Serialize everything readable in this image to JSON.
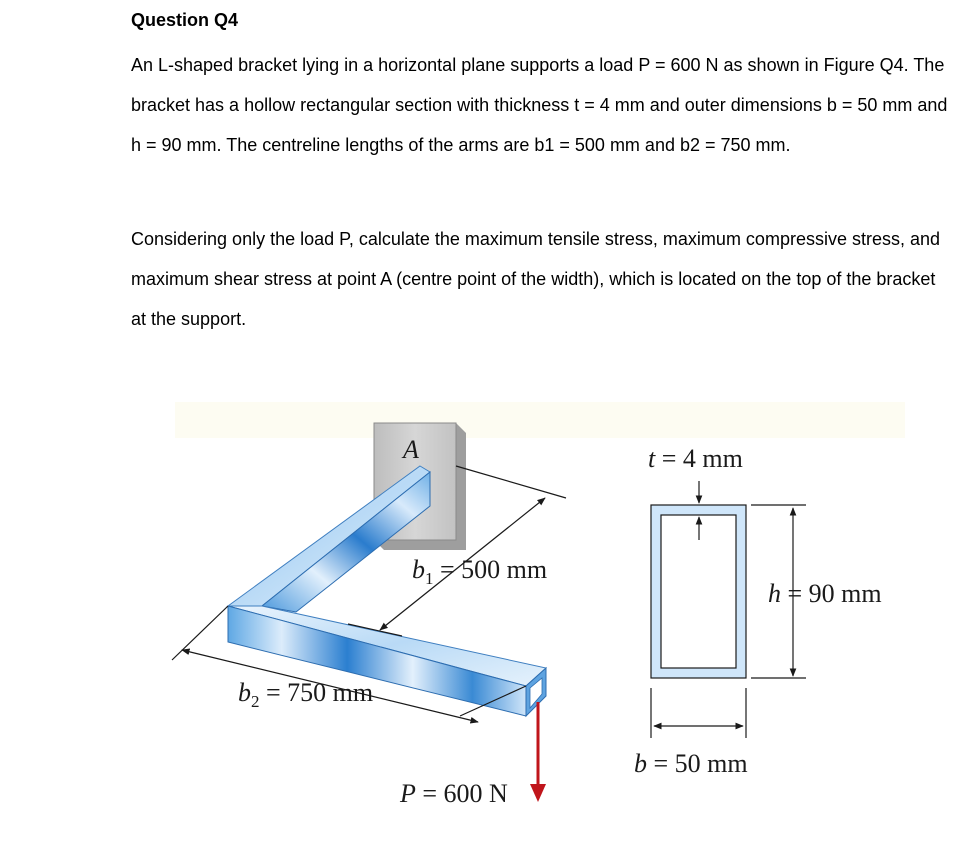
{
  "question": {
    "title": "Question Q4",
    "paragraph1": "An L-shaped bracket lying in a horizontal plane supports a load P = 600 N as shown in Figure Q4. The bracket has a hollow rectangular section with thickness t =  4 mm and outer dimensions b = 50 mm and h = 90 mm. The centreline lengths of the arms are b1 = 500 mm and b2 = 750 mm.",
    "paragraph2": "Considering only the load P, calculate the maximum tensile stress, maximum compressive stress, and maximum shear stress at point A (centre point of the width), which is located on the top of the bracket at the support."
  },
  "figure": {
    "point_label": "A",
    "b1": {
      "symbol": "b",
      "subscript": "1",
      "value": " = 500 mm"
    },
    "b2": {
      "symbol": "b",
      "subscript": "2",
      "value": " = 750 mm"
    },
    "load": {
      "symbol": "P",
      "value": " = 600 N"
    },
    "thickness": {
      "symbol": "t",
      "value": " = 4 mm"
    },
    "height": {
      "symbol": "h",
      "value": " = 90 mm"
    },
    "width": {
      "symbol": "b",
      "value": " = 50 mm"
    },
    "colors": {
      "beam_light": "#dcecfb",
      "beam_mid": "#6aaee6",
      "beam_dark": "#1f6fc4",
      "wall": "#c8c8c8",
      "load_arrow": "#c0151b",
      "section_fill": "#cfe6fa",
      "band": "#fdfcf2"
    }
  }
}
